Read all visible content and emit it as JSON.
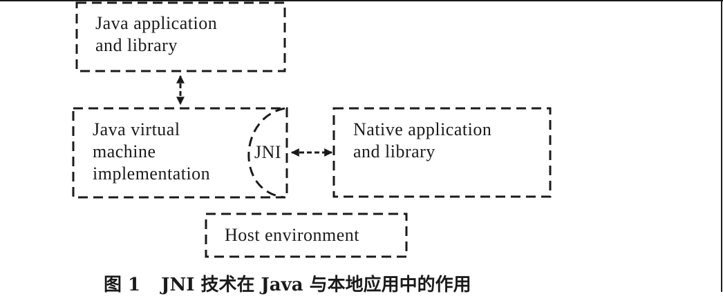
{
  "boxes": {
    "java_app": {
      "line1": "Java application",
      "line2": "and library"
    },
    "jvm": {
      "line1": "Java virtual",
      "line2": "machine",
      "line3": "implementation"
    },
    "jni": {
      "label": "JNI"
    },
    "native": {
      "line1": "Native application",
      "line2": "and library"
    },
    "host": {
      "label": "Host environment"
    }
  },
  "caption": {
    "figure": "图 1",
    "text": "JNI 技术在 Java 与本地应用中的作用"
  },
  "colors": {
    "stroke": "#1a1a1a",
    "background": "#ffffff"
  }
}
